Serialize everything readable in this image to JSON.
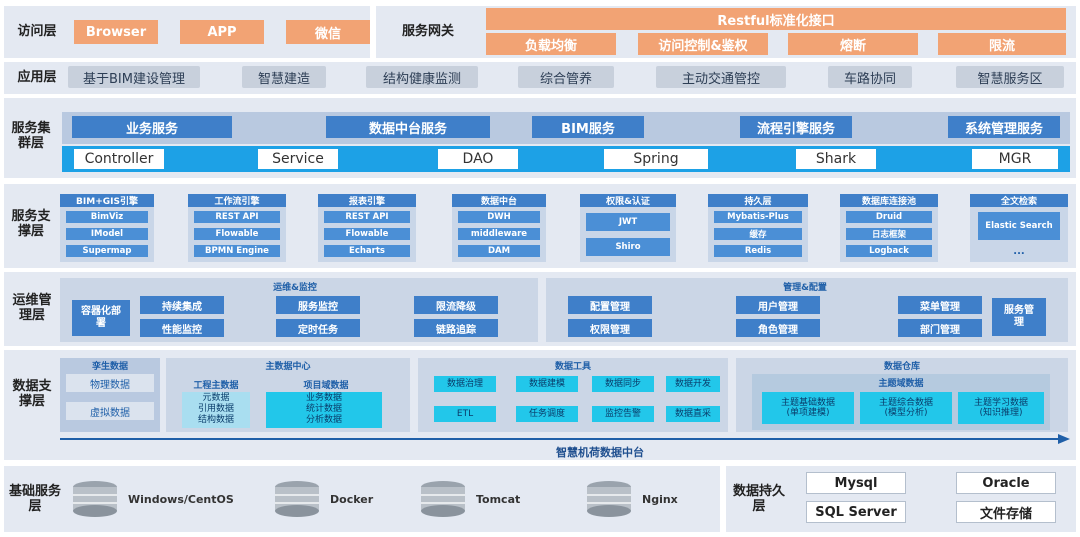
{
  "access_layer": {
    "label": "访问层",
    "items": [
      "Browser",
      "APP",
      "微信"
    ]
  },
  "gateway": {
    "label": "服务网关",
    "title": "Restful标准化接口",
    "items": [
      "负载均衡",
      "访问控制&鉴权",
      "熔断",
      "限流"
    ]
  },
  "app_layer": {
    "label": "应用层",
    "items": [
      "基于BIM建设管理",
      "智慧建造",
      "结构健康监测",
      "综合管养",
      "主动交通管控",
      "车路协同",
      "智慧服务区"
    ]
  },
  "cluster_layer": {
    "label": "服务集群层",
    "services": [
      "业务服务",
      "数据中台服务",
      "BIM服务",
      "流程引擎服务",
      "系统管理服务"
    ],
    "components": [
      "Controller",
      "Service",
      "DAO",
      "Spring",
      "Shark",
      "MGR"
    ]
  },
  "support_layer": {
    "label": "服务支撑层",
    "panels": [
      {
        "title": "BIM+GIS引擎",
        "items": [
          "BimViz",
          "IModel",
          "Supermap"
        ]
      },
      {
        "title": "工作流引擎",
        "items": [
          "REST API",
          "Flowable",
          "BPMN Engine"
        ]
      },
      {
        "title": "报表引擎",
        "items": [
          "REST API",
          "Flowable",
          "Echarts"
        ]
      },
      {
        "title": "数据中台",
        "items": [
          "DWH",
          "middleware",
          "DAM"
        ]
      },
      {
        "title": "权限&认证",
        "items": [
          "JWT",
          "Shiro"
        ]
      },
      {
        "title": "持久层",
        "items": [
          "Mybatis-Plus",
          "缓存",
          "Redis"
        ]
      },
      {
        "title": "数据库连接池",
        "items": [
          "Druid",
          "日志框架",
          "Logback"
        ]
      },
      {
        "title": "全文检索",
        "items": [
          "Elastic Search",
          "..."
        ]
      }
    ]
  },
  "ops_layer": {
    "label": "运维管理层",
    "ops": {
      "title": "运维&监控",
      "items": [
        "容器化部署",
        "持续集成",
        "性能监控",
        "服务监控",
        "定时任务",
        "限流降级",
        "链路追踪"
      ]
    },
    "mgmt": {
      "title": "管理&配置",
      "items": [
        "配置管理",
        "权限管理",
        "用户管理",
        "角色管理",
        "菜单管理",
        "部门管理",
        "服务管理"
      ]
    }
  },
  "data_support_layer": {
    "label": "数据支撑层",
    "twin": {
      "title": "孪生数据",
      "items": [
        "物理数据",
        "虚拟数据"
      ]
    },
    "master": {
      "title": "主数据中心",
      "engineering": {
        "title": "工程主数据",
        "items": [
          "元数据",
          "引用数据",
          "结构数据"
        ]
      },
      "project": {
        "title": "项目域数据",
        "items": [
          "业务数据",
          "统计数据",
          "分析数据"
        ]
      }
    },
    "tools": {
      "title": "数据工具",
      "items": [
        "数据治理",
        "数据建模",
        "数据同步",
        "数据开发",
        "ETL",
        "任务调度",
        "监控告警",
        "数据直采"
      ]
    },
    "warehouse": {
      "title": "数据仓库",
      "domain_title": "主题域数据",
      "items": [
        "主题基础数据\n(单项建模)",
        "主题综合数据\n(模型分析)",
        "主题学习数据\n(知识推理)"
      ]
    },
    "platform": "智慧机荷数据中台"
  },
  "infra_layer": {
    "label": "基础服务层",
    "items": [
      "Windows/CentOS",
      "Docker",
      "Tomcat",
      "Nginx"
    ]
  },
  "persistence_layer": {
    "label": "数据持久层",
    "items": [
      "Mysql",
      "SQL Server",
      "Oracle",
      "文件存储"
    ]
  }
}
